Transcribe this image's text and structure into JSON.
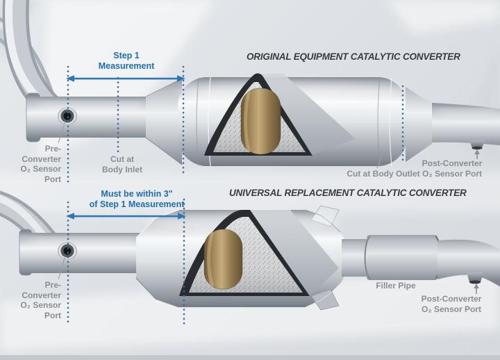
{
  "titles": {
    "original": "ORIGINAL EQUIPMENT CATALYTIC CONVERTER",
    "universal": "UNIVERSAL REPLACEMENT CATALYTIC CONVERTER"
  },
  "annotations": {
    "step1": {
      "line1": "Step 1",
      "line2": "Measurement"
    },
    "within3": {
      "line1": "Must be within 3\"",
      "line2": "of Step 1 Measurement"
    },
    "pre_converter_top": {
      "line1": "Pre-",
      "line2": "Converter",
      "line3": "O₂ Sensor",
      "line4": "Port"
    },
    "cut_at_body_inlet": {
      "line1": "Cut at",
      "line2": "Body Inlet"
    },
    "cut_at_body_outlet": "Cut at Body Outlet",
    "post_converter_top": {
      "line1": "Post-Converter",
      "line2": "O₂ Sensor Port"
    },
    "pre_converter_bottom": {
      "line1": "Pre-",
      "line2": "Converter",
      "line3": "O₂ Sensor",
      "line4": "Port"
    },
    "filler_pipe": "Filler Pipe",
    "post_converter_bottom": {
      "line1": "Post-Converter",
      "line2": "O₂ Sensor Port"
    }
  },
  "colors": {
    "accent_blue": "#1e6fad",
    "arrow_blue": "#2d77b4",
    "label_gray": "#8a8e93",
    "title_dark": "#393b3e",
    "dotted_line": "#3f6590",
    "substrate_tan": "#c6ac7c",
    "background": "#dde1e5"
  }
}
